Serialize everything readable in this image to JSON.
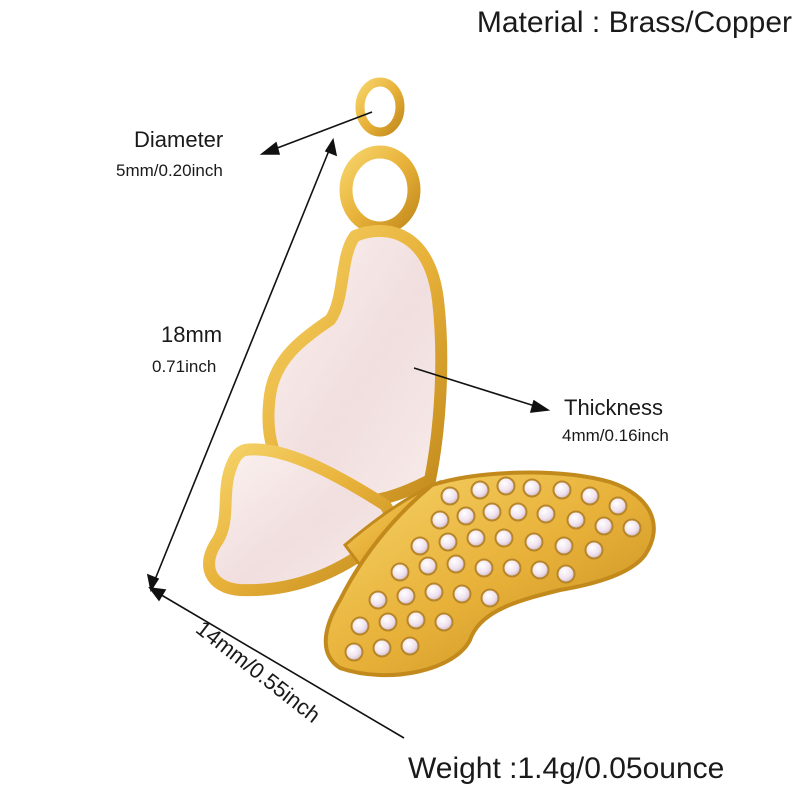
{
  "material": "Material : Brass/Copper",
  "diameter": {
    "label": "Diameter",
    "value": "5mm/0.20inch"
  },
  "length": {
    "label": "18mm",
    "value": "0.71inch"
  },
  "thickness": {
    "label": "Thickness",
    "value": "4mm/0.16inch"
  },
  "width": "14mm/0.55inch",
  "weight": "Weight :1.4g/0.05ounce",
  "colors": {
    "gold": "#e8b23a",
    "gold_dark": "#c28a1c",
    "shell": "#f7ecea",
    "shell_pink": "#efd6d6",
    "stone": "#f2e6f0"
  }
}
